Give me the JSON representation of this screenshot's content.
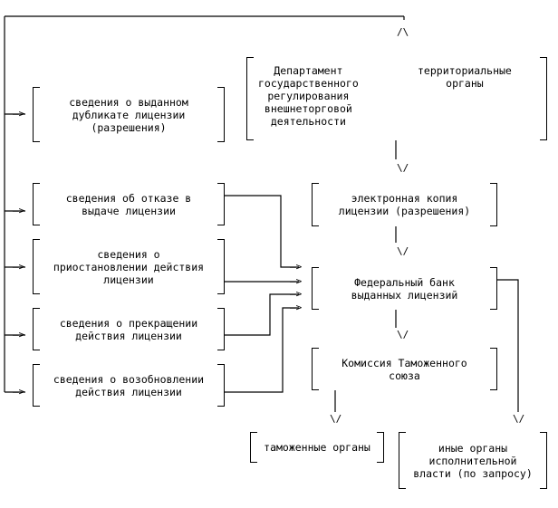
{
  "nodes": {
    "dept": "Департамент\nгосударственного\nрегулирования\nвнешнеторговой\nдеятельности",
    "territorial": "территориальные\nорганы",
    "e_copy": "электронная копия\nлицензии (разрешения)",
    "bank": "Федеральный банк\nвыданных лицензий",
    "commission": "Комиссия Таможенного\nсоюза",
    "customs": "таможенные органы",
    "other_bodies": "иные органы\nисполнительной\nвласти (по запросу)",
    "duplicate": "сведения о выданном\nдубликате лицензии\n(разрешения)",
    "refusal": "сведения об отказе в\nвыдаче лицензии",
    "suspension": "сведения о\nприостановлении действия\nлицензии",
    "termination": "сведения о прекращении\nдействия лицензии",
    "renewal": "сведения о возобновлении\nдействия лицензии"
  },
  "arrows": {
    "up": "/\\",
    "down": "\\/",
    "right": "—>"
  }
}
